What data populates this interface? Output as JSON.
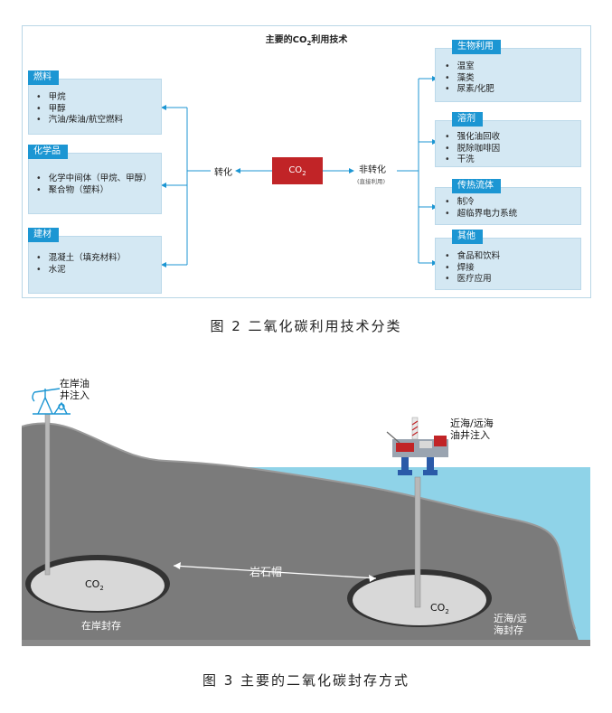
{
  "figure2": {
    "title": "主要的CO",
    "title_sub": "2",
    "title_tail": "利用技术",
    "center_label": "CO",
    "center_sub": "2",
    "left_arrow_label": "转化",
    "right_arrow_label": "非转化",
    "right_arrow_note": "(直接利用)",
    "left_categories": [
      {
        "name": "燃料",
        "items": [
          "甲烷",
          "甲醇",
          "汽油/柴油/航空燃料"
        ]
      },
      {
        "name": "化学品",
        "items": [
          "化学中间体（甲烷、甲醇）",
          "聚合物（塑料）"
        ]
      },
      {
        "name": "建材",
        "items": [
          "混凝土（填充材料）",
          "水泥"
        ]
      }
    ],
    "right_categories": [
      {
        "name": "生物利用",
        "items": [
          "温室",
          "藻类",
          "尿素/化肥"
        ]
      },
      {
        "name": "溶剂",
        "items": [
          "强化油回收",
          "脱除咖啡因",
          "干洗"
        ]
      },
      {
        "name": "传热流体",
        "items": [
          "制冷",
          "超临界电力系统"
        ]
      },
      {
        "name": "其他",
        "items": [
          "食品和饮料",
          "焊接",
          "医疗应用"
        ]
      }
    ],
    "caption": "图 2  二氧化碳利用技术分类"
  },
  "figure3": {
    "onshore_well_label_1": "在岸油",
    "onshore_well_label_2": "井注入",
    "offshore_well_label_1": "近海/远海",
    "offshore_well_label_2": "油井注入",
    "cap_rock_label": "岩石帽",
    "left_reservoir_label": "CO",
    "right_reservoir_label": "CO",
    "co2_sub": "2",
    "onshore_storage_label": "在岸封存",
    "offshore_storage_label_1": "近海/远",
    "offshore_storage_label_2": "海封存",
    "caption": "图 3  主要的二氧化碳封存方式"
  },
  "colors": {
    "accent_blue": "#1c96d3",
    "category_fill": "#d4e8f3",
    "co2_red": "#c12427",
    "sea": "#8fd3e8",
    "rock": "#7b7b7b",
    "reservoir": "#d8d8d8"
  }
}
